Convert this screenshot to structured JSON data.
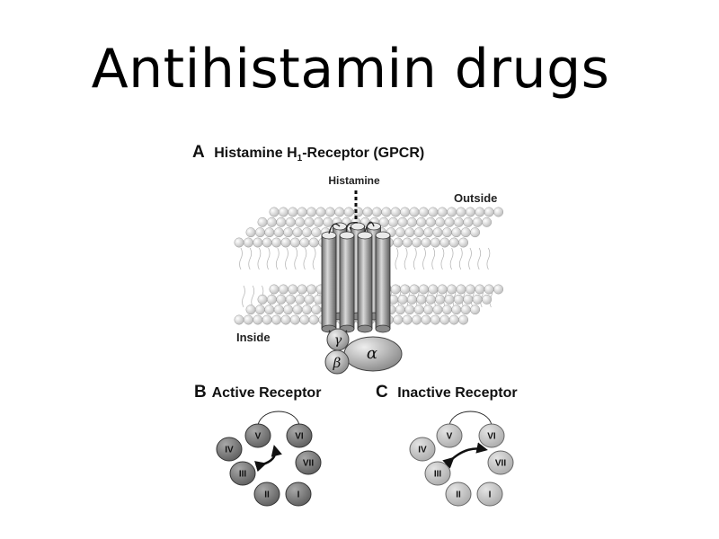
{
  "slide": {
    "title": "Antihistamin drugs"
  },
  "figure": {
    "panel_a": {
      "letter": "A",
      "title_pre": "Histamine H",
      "title_sub": "1",
      "title_post": "-Receptor (GPCR)"
    },
    "ligand_label": "Histamine",
    "outside_label": "Outside",
    "inside_label": "Inside",
    "g_protein": {
      "gamma": "γ",
      "beta": "β",
      "alpha": "α"
    },
    "panel_b": {
      "letter": "B",
      "title": "Active Receptor"
    },
    "panel_c": {
      "letter": "C",
      "title": "Inactive Receptor"
    },
    "helices": [
      "I",
      "II",
      "III",
      "IV",
      "V",
      "VI",
      "VII"
    ]
  },
  "colors": {
    "active_helix": "#7d7d7d",
    "inactive_helix": "#c4c4c4",
    "lipid_head": "#e6e6e6"
  }
}
